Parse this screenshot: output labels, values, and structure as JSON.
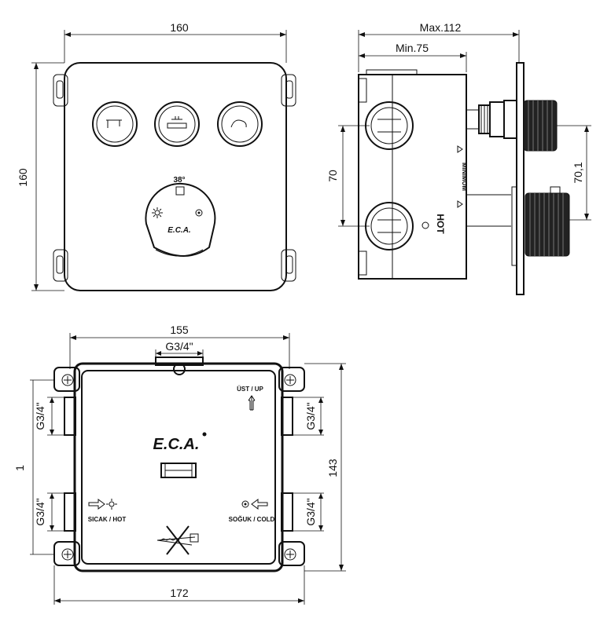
{
  "front_view": {
    "width_dim": "160",
    "height_dim": "160",
    "temp_label": "38°"
  },
  "side_view": {
    "max_dim": "Max.112",
    "min_dim": "Min.75",
    "spacing_dim": "70",
    "knob_spacing_dim": "70,1",
    "minimum_text": "MINIMUM",
    "hot_text": "HOT"
  },
  "box_view": {
    "top_dim": "155",
    "top_thread": "G3/4\"",
    "bottom_dim": "172",
    "right_dim": "143",
    "left_dim": "1",
    "thread_tl": "G3/4\"",
    "thread_bl": "G3/4\"",
    "thread_tr": "G3/4\"",
    "thread_br": "G3/4\"",
    "up_label": "ÜST / UP",
    "hot_label": "SICAK / HOT",
    "cold_label": "SOĞUK / COLD",
    "brand_logo": "E.C.A."
  },
  "colors": {
    "line": "#111111",
    "background": "#ffffff"
  }
}
